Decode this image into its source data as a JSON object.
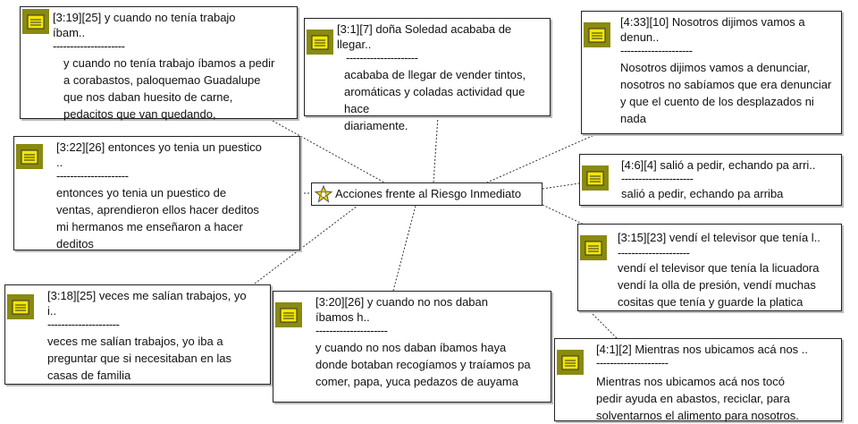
{
  "center": {
    "label": "Acciones frente al Riesgo Inmediato",
    "icon": "network-star-icon"
  },
  "separator": "---------------------",
  "nodes": [
    {
      "id": "n1",
      "title": [
        "[3:19][25] y cuando no tenía trabajo",
        "íbam.."
      ],
      "body": "y cuando no tenía trabajo íbamos a pedir\na corabastos, paloquemao Guadalupe\nque nos daban huesito de carne,\npedacitos que van quedando,"
    },
    {
      "id": "n2",
      "title": [
        "[3:1][7] doña Soledad acababa de",
        "llegar.."
      ],
      "body": " acababa de llegar de  vender tintos,\naromáticas y  coladas actividad que hace\ndiariamente."
    },
    {
      "id": "n3",
      "title": [
        "[4:33][10] Nosotros dijimos vamos a",
        "denun.."
      ],
      "body": "Nosotros dijimos vamos a denunciar,\nnosotros no sabíamos que era denunciar\ny que el cuento de los desplazados ni\nnada"
    },
    {
      "id": "n4",
      "title": [
        "[3:22][26] entonces yo tenia un puestico",
        ".."
      ],
      "body": "entonces yo tenia un puestico de\nventas, aprendieron ellos hacer deditos\nmi hermanos me enseñaron a hacer\ndeditos"
    },
    {
      "id": "n5",
      "title": [
        "[4:6][4] salió a pedir, echando pa arri.."
      ],
      "body": "salió a pedir, echando pa arriba"
    },
    {
      "id": "n6",
      "title": [
        "[3:15][23] vendí el televisor que tenía l.."
      ],
      "body": "vendí el televisor que tenía la licuadora\nvendí la olla de presión, vendí muchas\ncositas que tenía y guarde la platica"
    },
    {
      "id": "n7",
      "title": [
        "[3:18][25] veces me salían trabajos, yo",
        "i.."
      ],
      "body": "veces me salían trabajos, yo iba a\npreguntar que si necesitaban en las\ncasas de familia"
    },
    {
      "id": "n8",
      "title": [
        "[3:20][26] y cuando no nos daban",
        "íbamos h.."
      ],
      "body": "y cuando no nos daban íbamos haya\ndonde botaban recogíamos y traíamos pa\ncomer, papa, yuca pedazos de auyama"
    },
    {
      "id": "n9",
      "title": [
        "[4:1][2] Mientras nos ubicamos acá nos .."
      ],
      "body": "Mientras nos ubicamos acá nos tocó\npedir ayuda en abastos, reciclar, para\nsolventarnos el alimento para nosotros."
    }
  ],
  "colors": {
    "icon_bg": "#8a8a10",
    "icon_fg": "#f2e600",
    "border": "#222222"
  }
}
